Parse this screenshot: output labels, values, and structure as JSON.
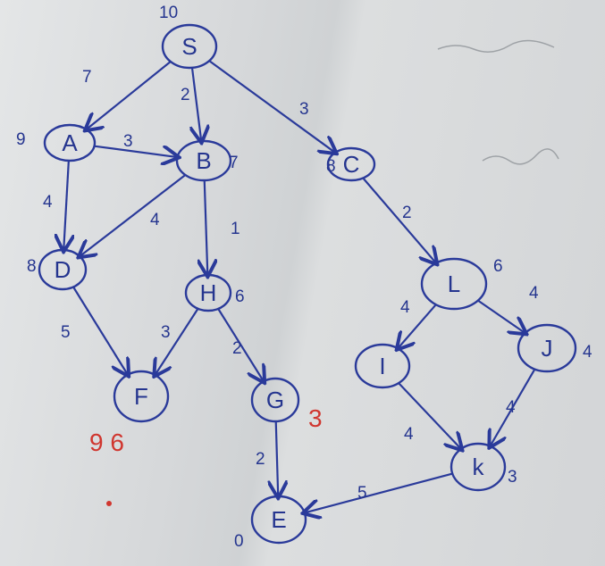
{
  "graph": {
    "nodes": [
      {
        "id": "S",
        "label": "S",
        "heuristic": "10"
      },
      {
        "id": "A",
        "label": "A",
        "heuristic": "9"
      },
      {
        "id": "B",
        "label": "B",
        "heuristic": "7"
      },
      {
        "id": "C",
        "label": "C",
        "heuristic": "8"
      },
      {
        "id": "D",
        "label": "D",
        "heuristic": "8"
      },
      {
        "id": "H",
        "label": "H",
        "heuristic": "6"
      },
      {
        "id": "L",
        "label": "L",
        "heuristic": "6"
      },
      {
        "id": "F",
        "label": "F",
        "heuristic": ""
      },
      {
        "id": "G",
        "label": "G",
        "heuristic": ""
      },
      {
        "id": "I",
        "label": "I",
        "heuristic": ""
      },
      {
        "id": "J",
        "label": "J",
        "heuristic": "4"
      },
      {
        "id": "K",
        "label": "k",
        "heuristic": "3"
      },
      {
        "id": "E",
        "label": "E",
        "heuristic": "0"
      }
    ],
    "edges": [
      {
        "from": "S",
        "to": "A",
        "weight": "7"
      },
      {
        "from": "S",
        "to": "B",
        "weight": "2"
      },
      {
        "from": "S",
        "to": "C",
        "weight": "3"
      },
      {
        "from": "A",
        "to": "B",
        "weight": "3"
      },
      {
        "from": "A",
        "to": "D",
        "weight": "4"
      },
      {
        "from": "B",
        "to": "D",
        "weight": "4"
      },
      {
        "from": "B",
        "to": "H",
        "weight": "1"
      },
      {
        "from": "C",
        "to": "L",
        "weight": "2"
      },
      {
        "from": "D",
        "to": "F",
        "weight": "5"
      },
      {
        "from": "H",
        "to": "F",
        "weight": "3"
      },
      {
        "from": "H",
        "to": "G",
        "weight": "2"
      },
      {
        "from": "G",
        "to": "E",
        "weight": "2"
      },
      {
        "from": "L",
        "to": "I",
        "weight": "4"
      },
      {
        "from": "L",
        "to": "J",
        "weight": "4"
      },
      {
        "from": "I",
        "to": "K",
        "weight": "4"
      },
      {
        "from": "J",
        "to": "K",
        "weight": "4"
      },
      {
        "from": "K",
        "to": "E",
        "weight": "5"
      }
    ]
  },
  "red_notes": {
    "f_note": "9 6",
    "g_note": "3"
  },
  "colors": {
    "ink": "#2a3a9a",
    "red_ink": "#d0362f",
    "paper": "#d9dbdc"
  }
}
